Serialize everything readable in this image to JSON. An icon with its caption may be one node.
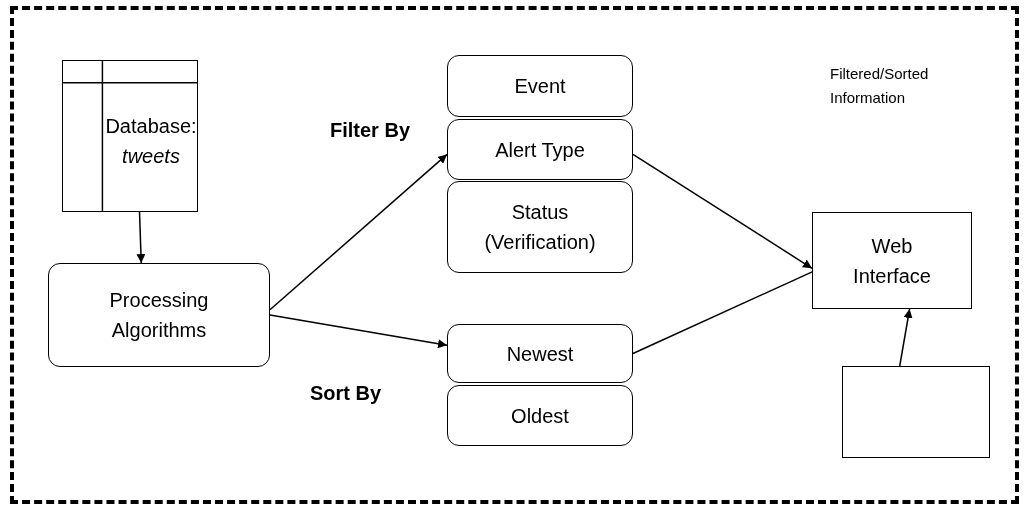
{
  "diagram": {
    "nodes": [
      {
        "text": [
          "Database: *tweets*"
        ]
      },
      {
        "text": [
          "Processing Algorithms"
        ]
      },
      {
        "text": [
          "Event"
        ]
      },
      {
        "text": [
          "Alert Type"
        ]
      },
      {
        "text": [
          "Status (Verification)"
        ]
      },
      {
        "text": [
          "Newest"
        ]
      },
      {
        "text": [
          "Oldest"
        ]
      },
      {
        "text": [
          "Web Interface"
        ]
      },
      {
        "text": [],
        "shape": "box"
      }
    ],
    "edges": [
      {
        "from": 0,
        "to": 1,
        "arrow": "to"
      },
      {
        "from": 1,
        "to": 3,
        "arrow": "to"
      },
      {
        "from": 1,
        "to": 5,
        "arrow": "to"
      },
      {
        "from": 3,
        "to": 7,
        "arrow": "to"
      },
      {
        "from": 5,
        "to": 7,
        "arrow": "to"
      },
      {
        "from": 8,
        "to": 7,
        "arrow": "to"
      }
    ],
    "labels": [
      "Filter By",
      "Sort By",
      "Filtered/Sorted Information"
    ]
  }
}
